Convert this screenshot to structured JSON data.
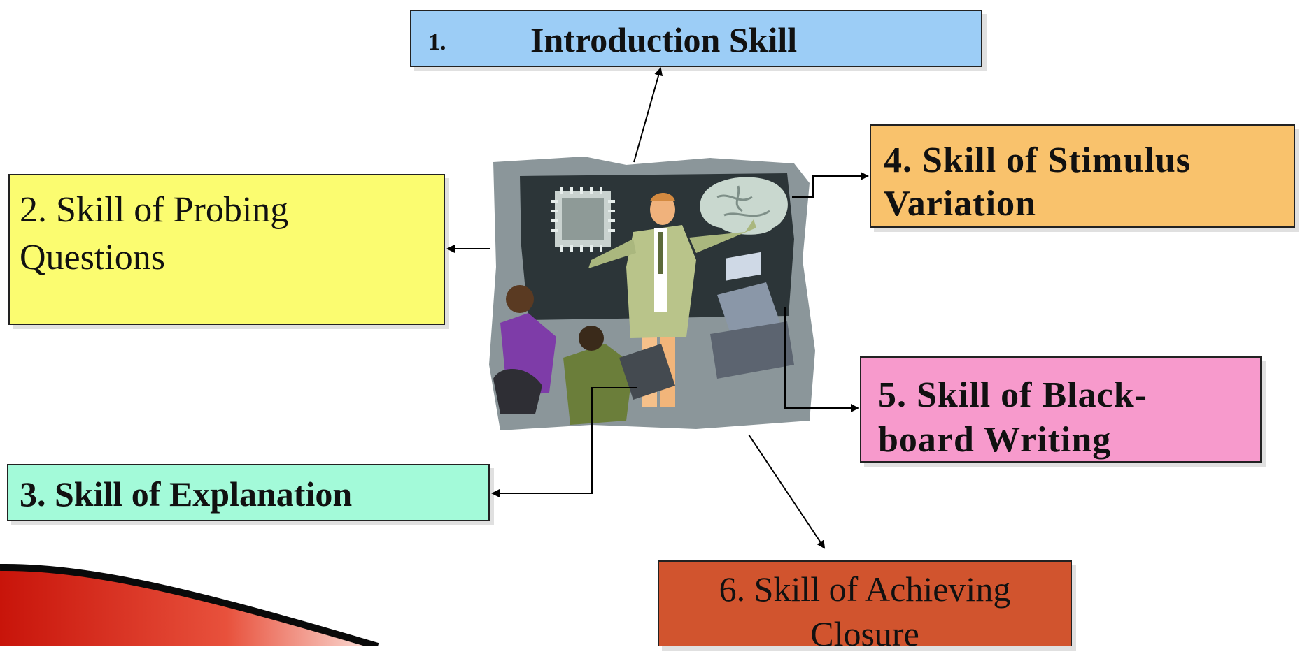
{
  "boxes": {
    "introduction": {
      "number": "1.",
      "label": "Introduction Skill"
    },
    "probing": {
      "line1": "2. Skill of Probing",
      "line2": "Questions"
    },
    "explanation": {
      "label": "3. Skill of Explanation"
    },
    "stimulus": {
      "line1": "4. Skill of Stimulus",
      "line2": "Variation"
    },
    "blackboard": {
      "line1": "5. Skill of Black-",
      "line2": "board Writing"
    },
    "closure": {
      "line1": "6. Skill of Achieving",
      "line2": "Closure"
    }
  },
  "colors": {
    "introduction": "#9ccdf6",
    "probing": "#fbfc70",
    "explanation": "#a3fad9",
    "stimulus": "#f9c26c",
    "blackboard": "#f79acc",
    "closure": "#d1542e",
    "accent": "#c0180c"
  },
  "center_image": {
    "icon": "teacher-at-blackboard-clipart"
  }
}
